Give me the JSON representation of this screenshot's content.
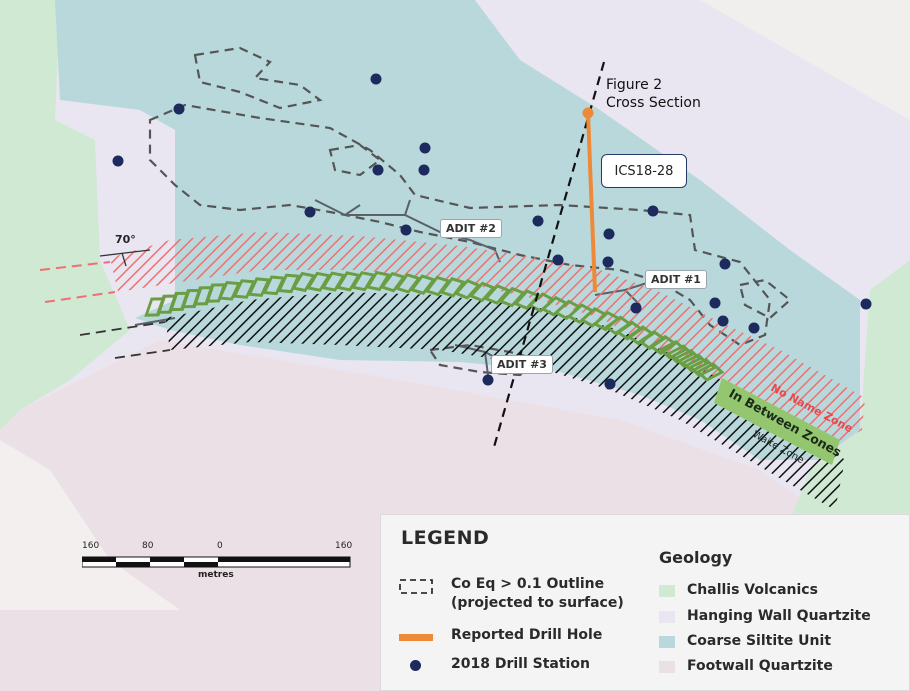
{
  "map": {
    "figure_label": "Figure 2\nCross Section",
    "drill_hole_label": "ICS18-28",
    "dip_label": "70°",
    "adits": [
      "ADIT #2",
      "ADIT #1",
      "ADIT #3"
    ],
    "zones": {
      "no_name": "No Name Zone",
      "in_between": "In Between Zones",
      "waite": "Waite Zone"
    },
    "colors": {
      "challis_volcanics": "#cfe9d3",
      "hanging_wall_quartzite": "#e9e6f2",
      "coarse_siltite_unit": "#b9d8dc",
      "footwall_quartzite": "#ece0e7",
      "drill_hole": "#ee8a37",
      "drill_station": "#1c2a5e",
      "no_name_zone": "#ee7070",
      "in_between_zone": "#7ab657",
      "waite_zone": "#111111"
    }
  },
  "scale_bar": {
    "ticks": [
      "160",
      "80",
      "0",
      "160"
    ],
    "unit": "metres"
  },
  "legend": {
    "title": "LEGEND",
    "outline_label": "Co Eq > 0.1 Outline\n(projected to surface)",
    "drill_hole_label": "Reported Drill Hole",
    "station_label": "2018 Drill Station",
    "geology_heading": "Geology",
    "geology_items": [
      "Challis Volcanics",
      "Hanging Wall Quartzite",
      "Coarse Siltite Unit",
      "Footwall Quartzite"
    ]
  }
}
